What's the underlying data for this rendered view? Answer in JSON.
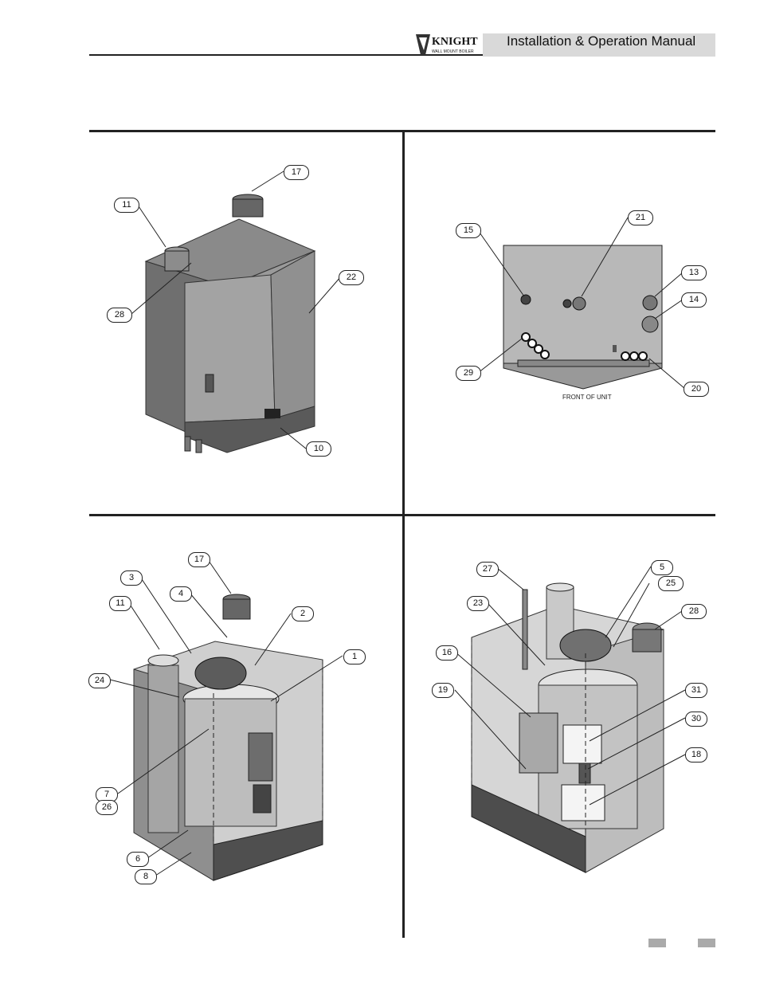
{
  "header": {
    "brand": "KNIGHT",
    "brand_sub": "WALL MOUNT BOILER",
    "title": "Installation & Operation Manual"
  },
  "figures": {
    "front_callouts": [
      "17",
      "11",
      "22",
      "28",
      "10"
    ],
    "bottom_callouts": [
      "15",
      "21",
      "13",
      "14",
      "29",
      "20"
    ],
    "bottom_caption": "FRONT OF UNIT",
    "left_internal_callouts": [
      "17",
      "3",
      "4",
      "11",
      "2",
      "1",
      "24",
      "7",
      "26",
      "6",
      "8"
    ],
    "right_internal_callouts": [
      "27",
      "5",
      "23",
      "25",
      "28",
      "16",
      "19",
      "31",
      "30",
      "18"
    ]
  }
}
